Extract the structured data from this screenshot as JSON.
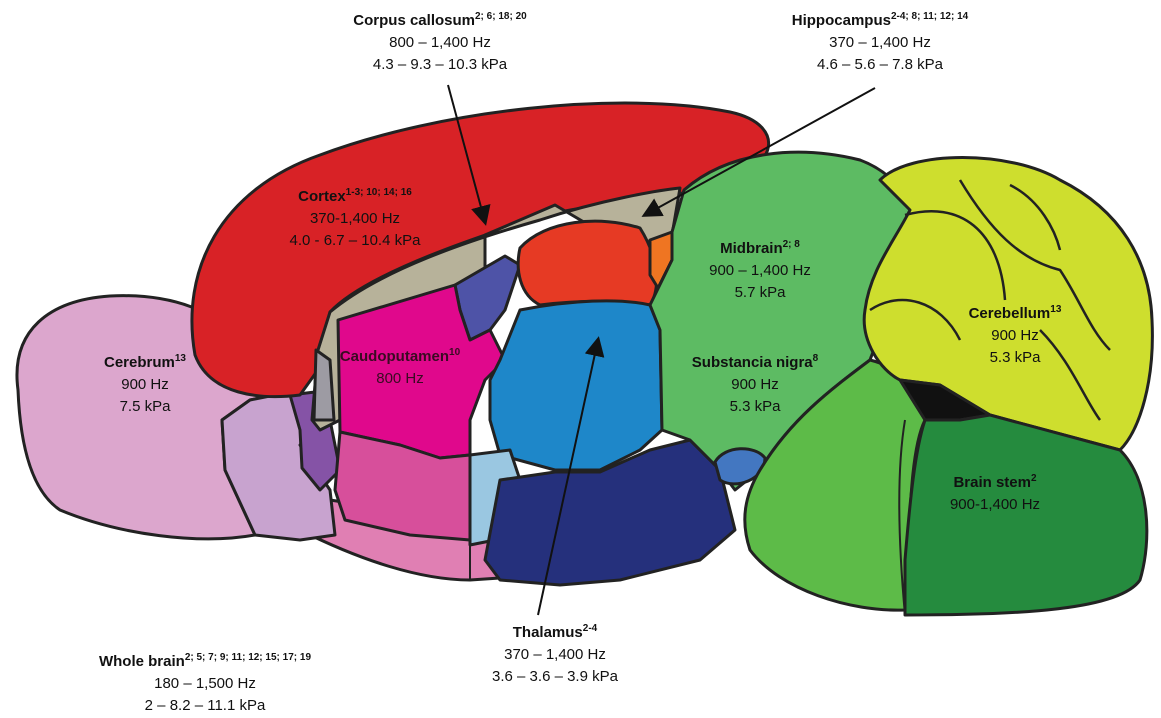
{
  "regions": {
    "corpus_callosum": {
      "name": "Corpus callosum",
      "refs": "2; 6; 18; 20",
      "freq": "800 – 1,400 Hz",
      "stiffness": "4.3 – 9.3 – 10.3 kPa"
    },
    "hippocampus": {
      "name": "Hippocampus",
      "refs": "2-4; 8; 11; 12; 14",
      "freq": "370 – 1,400 Hz",
      "stiffness": "4.6 – 5.6 – 7.8 kPa"
    },
    "cortex": {
      "name": "Cortex",
      "refs": "1-3; 10; 14; 16",
      "freq": "370-1,400 Hz",
      "stiffness": "4.0  - 6.7 – 10.4 kPa"
    },
    "midbrain": {
      "name": "Midbrain",
      "refs": "2; 8",
      "freq": "900 – 1,400 Hz",
      "stiffness": "5.7 kPa"
    },
    "cerebellum": {
      "name": "Cerebellum",
      "refs": "13",
      "freq": "900 Hz",
      "stiffness": "5.3 kPa"
    },
    "cerebrum": {
      "name": "Cerebrum",
      "refs": "13",
      "freq": "900 Hz",
      "stiffness": "7.5 kPa"
    },
    "caudoputamen": {
      "name": "Caudoputamen",
      "refs": "10",
      "freq": "800 Hz"
    },
    "substancia_nigra": {
      "name": "Substancia nigra",
      "refs": "8",
      "freq": "900 Hz",
      "stiffness": "5.3 kPa"
    },
    "brain_stem": {
      "name": "Brain stem",
      "refs": "2",
      "freq": "900-1,400 Hz"
    },
    "thalamus": {
      "name": "Thalamus",
      "refs": "2-4",
      "freq": "370 – 1,400 Hz",
      "stiffness": "3.6 – 3.6 – 3.9 kPa"
    },
    "whole_brain": {
      "name": "Whole brain",
      "refs": "2; 5; 7; 9; 11; 12; 15; 17; 19",
      "freq": "180 – 1,500 Hz",
      "stiffness": "2 – 8.2 – 11.1 kPa"
    }
  },
  "colors": {
    "outline": "#222222",
    "cortex": "#d82226",
    "olfactory": "#dca6cd",
    "septal": "#b5a9ad",
    "caudoputamen": "#e0088c",
    "hippocampus": "#e63a24",
    "thalamus": "#1e87c9",
    "midbrain": "#5dbb63",
    "cerebellum": "#cede2e",
    "brainstem": "#258b3e",
    "pons": "#5dbb48"
  }
}
